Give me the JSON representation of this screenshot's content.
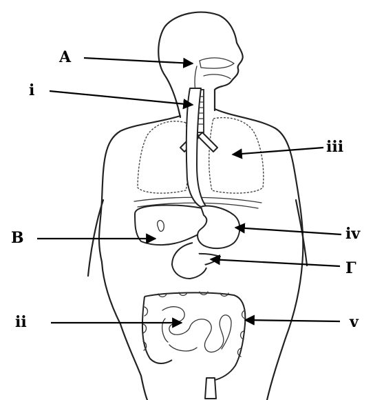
{
  "labels": {
    "A": "A",
    "i": "i",
    "iii": "iii",
    "B": "B",
    "iv": "iv",
    "G": "Γ",
    "ii": "ii",
    "v": "v"
  },
  "colors": {
    "line": "#222222",
    "background": "#ffffff"
  }
}
